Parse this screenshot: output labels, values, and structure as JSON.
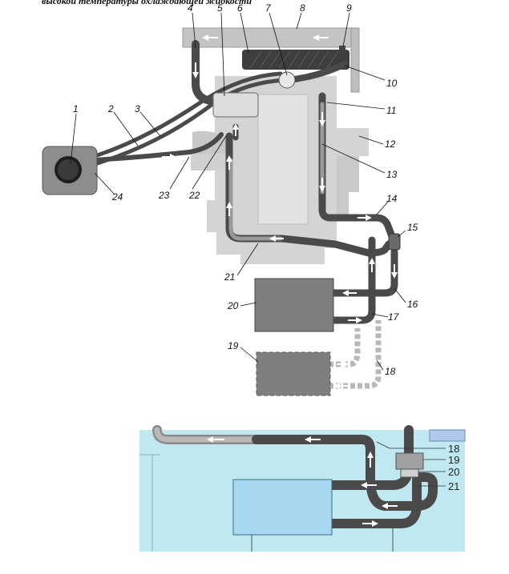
{
  "caption": "высокой температуры охлаждающей жидкости",
  "upper_diagram": {
    "labels": [
      "1",
      "2",
      "3",
      "4",
      "5",
      "6",
      "7",
      "8",
      "9",
      "10",
      "11",
      "12",
      "13",
      "14",
      "15",
      "16",
      "17",
      "18",
      "19",
      "20",
      "21",
      "22",
      "23",
      "24"
    ]
  },
  "lower_diagram": {
    "labels": [
      "18",
      "19",
      "20",
      "21"
    ]
  },
  "colors": {
    "hose": "#4a4a4a",
    "engine": "#d2d2d2",
    "tank": "#8a8a8a",
    "radiator_core": "#3c3c3c",
    "heater": "#7d7d7d",
    "inset_bg": "#bfe8f0",
    "inset_heater": "#a8d8f0",
    "arrow": "#ffffff"
  }
}
